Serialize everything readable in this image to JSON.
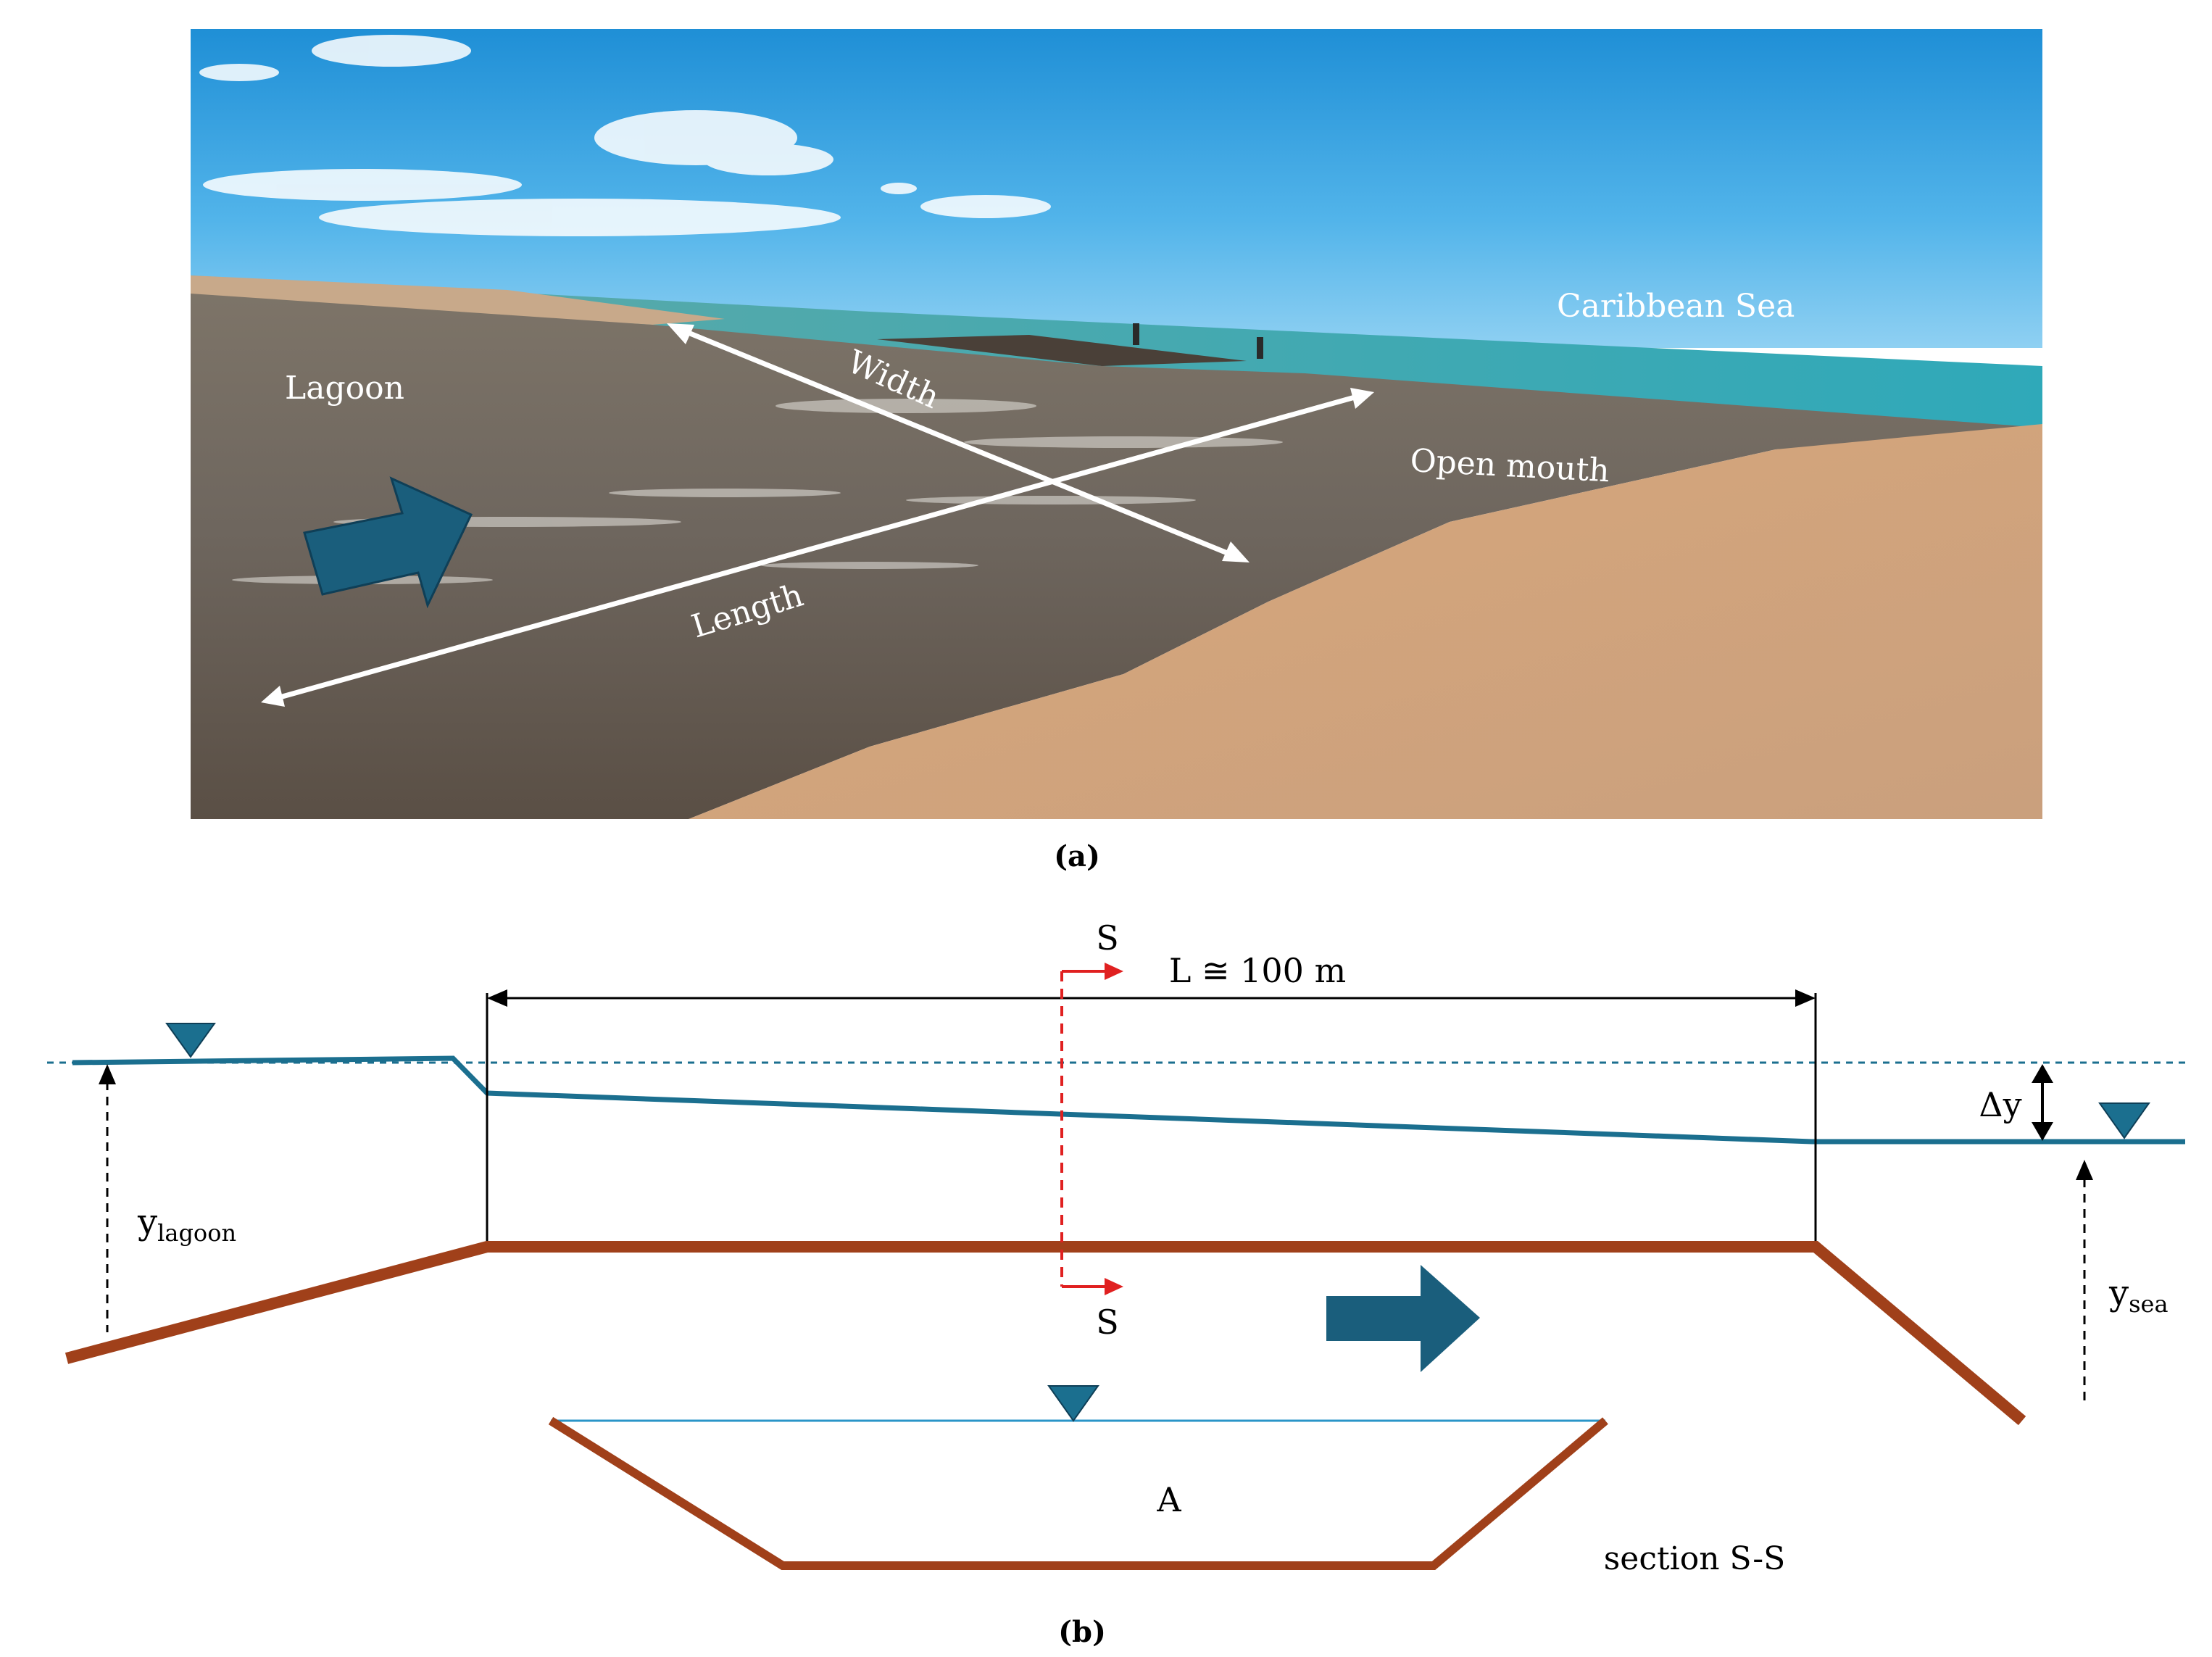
{
  "panel_a": {
    "label": "(a)",
    "labels": {
      "caribbean_sea": "Caribbean Sea",
      "lagoon": "Lagoon",
      "width": "Width",
      "open_mouth": "Open mouth",
      "length": "Length"
    }
  },
  "panel_b": {
    "label": "(b)",
    "length_label": "L ≅ 100 m",
    "section_marker_top": "S",
    "section_marker_bottom": "S",
    "delta_y": "Δy",
    "y_lagoon_main": "y",
    "y_lagoon_sub": "lagoon",
    "y_sea_main": "y",
    "y_sea_sub": "sea",
    "area_label": "A",
    "section_caption": "section S-S"
  },
  "colors": {
    "water_line": "#1b6f8f",
    "bed": "#a0401a",
    "section_cut": "#e02020",
    "flow_arrow": "#1a5e7c",
    "thin_water": "#2a95c8"
  }
}
